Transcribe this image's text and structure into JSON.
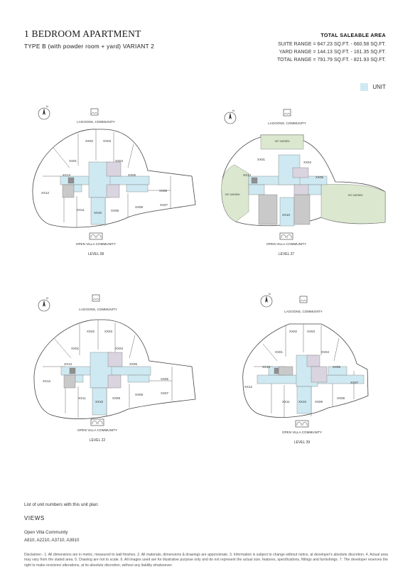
{
  "header": {
    "title": "1 BEDROOM APARTMENT",
    "subtitle": "TYPE B (with powder room + yard) VARIANT 2"
  },
  "area": {
    "heading": "TOTAL SALEABLE AREA",
    "suite": "SUITE RANGE = 647.23 SQ.FT. - 660.58 SQ.FT.",
    "yard": "YARD RANGE = 144.13 SQ.FT. - 161.35 SQ.FT.",
    "total": "TOTAL RANGE = 791.79 SQ.FT. - 821.93 SQ.FT."
  },
  "legend": {
    "label": "UNIT",
    "color": "#cfe9f2"
  },
  "plans": {
    "p08": {
      "top": "LAGOONS, COMMUNITY",
      "bottom": "OPEN VILLA COMMUNITY",
      "level": "LEVEL 08",
      "u01": "XX01",
      "u02": "XX02",
      "u03": "XX03",
      "u04": "XX04",
      "u05": "XX05",
      "u06": "XX06",
      "u07": "XX07",
      "u08": "XX08",
      "u09": "XX09",
      "u10": "XX10",
      "u11": "XX11",
      "u12": "XX12",
      "u13": "XX13"
    },
    "p37": {
      "top": "LAGOONS, COMMUNITY",
      "bottom": "OPEN VILLA COMMUNITY",
      "level": "LEVEL 37",
      "g1": "SKY GARDEN",
      "g2": "SKY GARDEN",
      "g3": "SKY GARDEN",
      "u01": "XX01",
      "u04": "XX04",
      "u05": "XX05",
      "u10": "XX10",
      "u13": "XX13"
    },
    "p22": {
      "top": "LAGOONS, COMMUNITY",
      "bottom": "OPEN VILLA COMMUNITY",
      "level": "LEVEL 22",
      "u01": "XX01",
      "u02": "XX02",
      "u03": "XX03",
      "u04": "XX04",
      "u05": "XX05",
      "u06": "XX06",
      "u07": "XX07",
      "u08": "XX08",
      "u09": "XX09",
      "u10": "XX10",
      "u11": "XX11",
      "u12": "XX12",
      "u13": "XX13"
    },
    "p39": {
      "top": "LAGOONS, COMMUNITY",
      "bottom": "OPEN VILLA COMMUNITY",
      "level": "LEVEL 39",
      "u01": "XX01",
      "u02": "XX02",
      "u03": "XX03",
      "u04": "XX04",
      "u05": "XX05",
      "u07": "XX07",
      "u08": "XX08",
      "u09": "XX09",
      "u10": "XX10",
      "u11": "XX11",
      "u12": "XX12",
      "u13": "XX13"
    }
  },
  "footer": {
    "unit_list": "List of unit numbers with this unit plan:",
    "views_heading": "VIEWS",
    "views_name": "Open Villa Community",
    "views_units": "A810, A2210, A3710, A3910",
    "disclaimer": "Disclaimer:- 1. All dimensions are in metric, measured to wall finishes. 2. All materials, dimensions & drawings are approximate. 3. Information is subject to change without notice, at developer's absolute discretion. 4. Actual area may vary from the stated area. 5. Drawing are not to scale. 6. All images used are for illustrative purpose only and do not represent the actual size, features, specifications, fittings and furnishings. 7. The developer reserves the right to make revisions/ alterations, at its absolute discretion, without any liability whatsoever."
  },
  "icons": {
    "compass": "north-compass-icon",
    "lagoon": "lagoon-community-icon",
    "villa": "villa-community-icon"
  },
  "colors": {
    "unit": "#cfe9f2",
    "sky_garden": "#dbe8cf",
    "core": "#c9c9c9",
    "core_dark": "#8f8f8f",
    "stairs": "#d9d4e0"
  }
}
